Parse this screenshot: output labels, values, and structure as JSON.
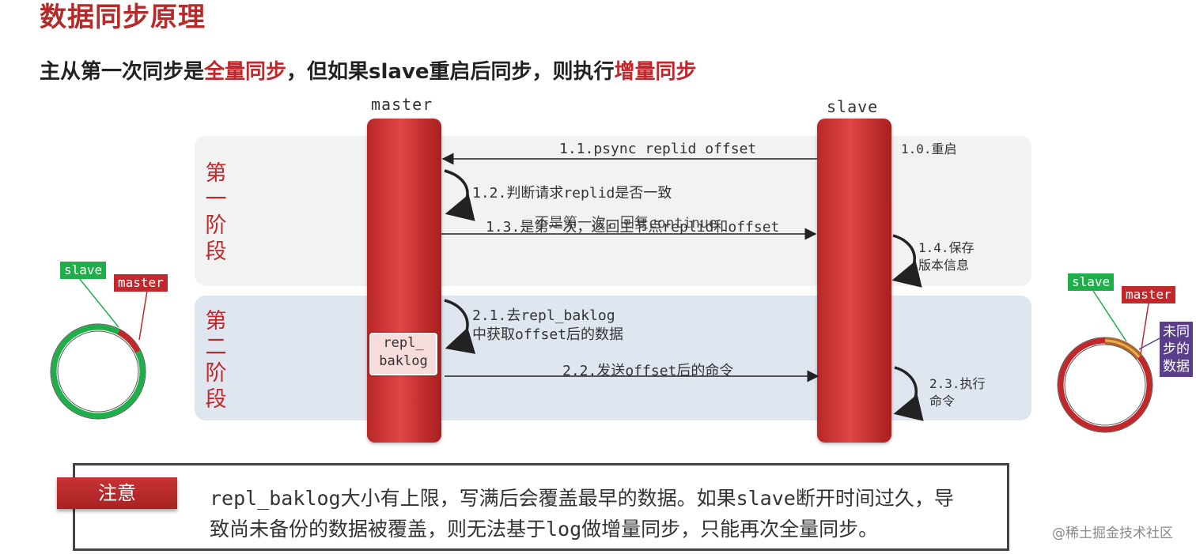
{
  "header": {
    "title": "数据同步原理",
    "subtitle_part1": "主从第一次同步是",
    "subtitle_hl1": "全量同步",
    "subtitle_part2": "，但如果slave重启后同步，则执行",
    "subtitle_hl2": "增量同步"
  },
  "lifelines": {
    "master": "master",
    "slave": "slave"
  },
  "stages": {
    "first": [
      "第",
      "一",
      "阶",
      "段"
    ],
    "second": [
      "第",
      "二",
      "阶",
      "段"
    ]
  },
  "steps": {
    "s1_0": "1.0.重启",
    "s1_1": "1.1.psync replid offset",
    "s1_2": "1.2.判断请求replid是否一致",
    "s1_3_a": "1.3.是第一次，返回主节点replid和offset",
    "s1_3_b": "不是第一次，回复continue",
    "s1_4_line1": "1.4.保存",
    "s1_4_line2": "版本信息",
    "s2_1_line1": "2.1.去repl_baklog",
    "s2_1_line2": "中获取offset后的数据",
    "s2_2": "2.2.发送offset后的命令",
    "s2_3_line1": "2.3.执行",
    "s2_3_line2": "命令"
  },
  "baklog": {
    "line1": "repl_",
    "line2": "baklog"
  },
  "ring_left": {
    "slave_tag": "slave",
    "master_tag": "master"
  },
  "ring_right": {
    "slave_tag": "slave",
    "master_tag": "master",
    "unsynced": [
      "未同",
      "步的",
      "数据"
    ]
  },
  "colors": {
    "accent_red": "#c0282c",
    "ring_green": "#1fae4a",
    "purple": "#5b3e8a"
  },
  "note": {
    "tag": "注意",
    "line1": "repl_baklog大小有上限，写满后会覆盖最早的数据。如果slave断开时间过久，导",
    "line2": "致尚未备份的数据被覆盖，则无法基于log做增量同步，只能再次全量同步。"
  },
  "watermark": "@稀土掘金技术社区"
}
